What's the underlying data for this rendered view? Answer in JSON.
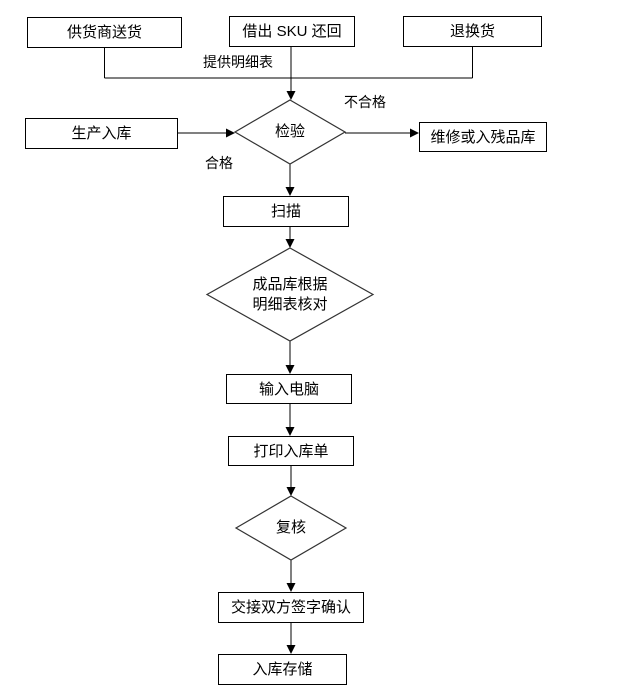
{
  "flowchart": {
    "nodes": {
      "supplier": {
        "label": "供货商送货"
      },
      "sku_return": {
        "label": "借出 SKU 还回"
      },
      "returns": {
        "label": "退换货"
      },
      "production": {
        "label": "生产入库"
      },
      "inspection": {
        "label": "检验"
      },
      "repair": {
        "label": "维修或入残品库"
      },
      "scan": {
        "label": "扫描"
      },
      "check": {
        "line1": "成品库根据",
        "line2": "明细表核对"
      },
      "input_computer": {
        "label": "输入电脑"
      },
      "print_slip": {
        "label": "打印入库单"
      },
      "review": {
        "label": "复核"
      },
      "handover": {
        "label": "交接双方签字确认"
      },
      "storage": {
        "label": "入库存储"
      }
    },
    "edge_labels": {
      "provide_list": "提供明细表",
      "unqualified": "不合格",
      "qualified": "合格"
    },
    "colors": {
      "background": "#ffffff",
      "line": "#000000",
      "diamond_stroke": "#333333",
      "text": "#000000"
    }
  }
}
